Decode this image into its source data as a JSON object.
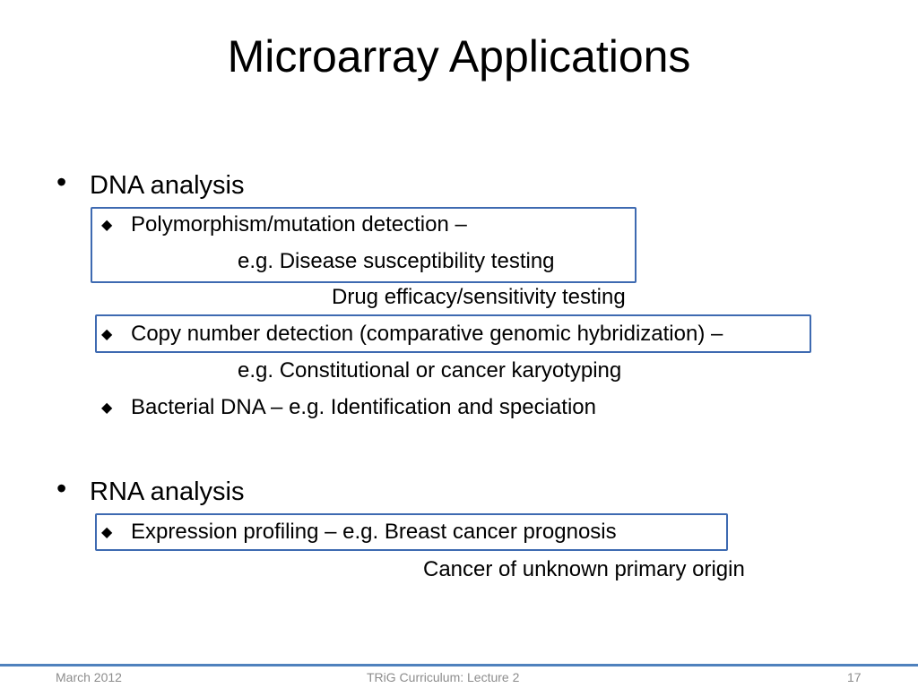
{
  "slide": {
    "title": "Microarray Applications",
    "sections": [
      {
        "heading": "DNA analysis",
        "items": [
          {
            "text": "Polymorphism/mutation detection –",
            "continuation": [
              "e.g. Disease susceptibility testing",
              "Drug efficacy/sensitivity testing"
            ]
          },
          {
            "text": "Copy number detection (comparative genomic hybridization) –",
            "continuation": [
              "e.g. Constitutional or cancer karyotyping"
            ]
          },
          {
            "text": "Bacterial DNA – e.g. Identification and speciation",
            "continuation": []
          }
        ]
      },
      {
        "heading": "RNA analysis",
        "items": [
          {
            "text": "Expression profiling – e.g. Breast cancer prognosis",
            "continuation": [
              "Cancer of unknown primary origin"
            ]
          }
        ]
      }
    ],
    "bullet_glyph": "•",
    "sub_bullet_glyph": "◆"
  },
  "footer": {
    "date": "March 2012",
    "center": "TRiG Curriculum: Lecture 2",
    "page": "17"
  },
  "colors": {
    "highlight_box": "#3e6ab1",
    "footer_rule": "#4f81bd",
    "footer_text": "#8c8c8c"
  }
}
